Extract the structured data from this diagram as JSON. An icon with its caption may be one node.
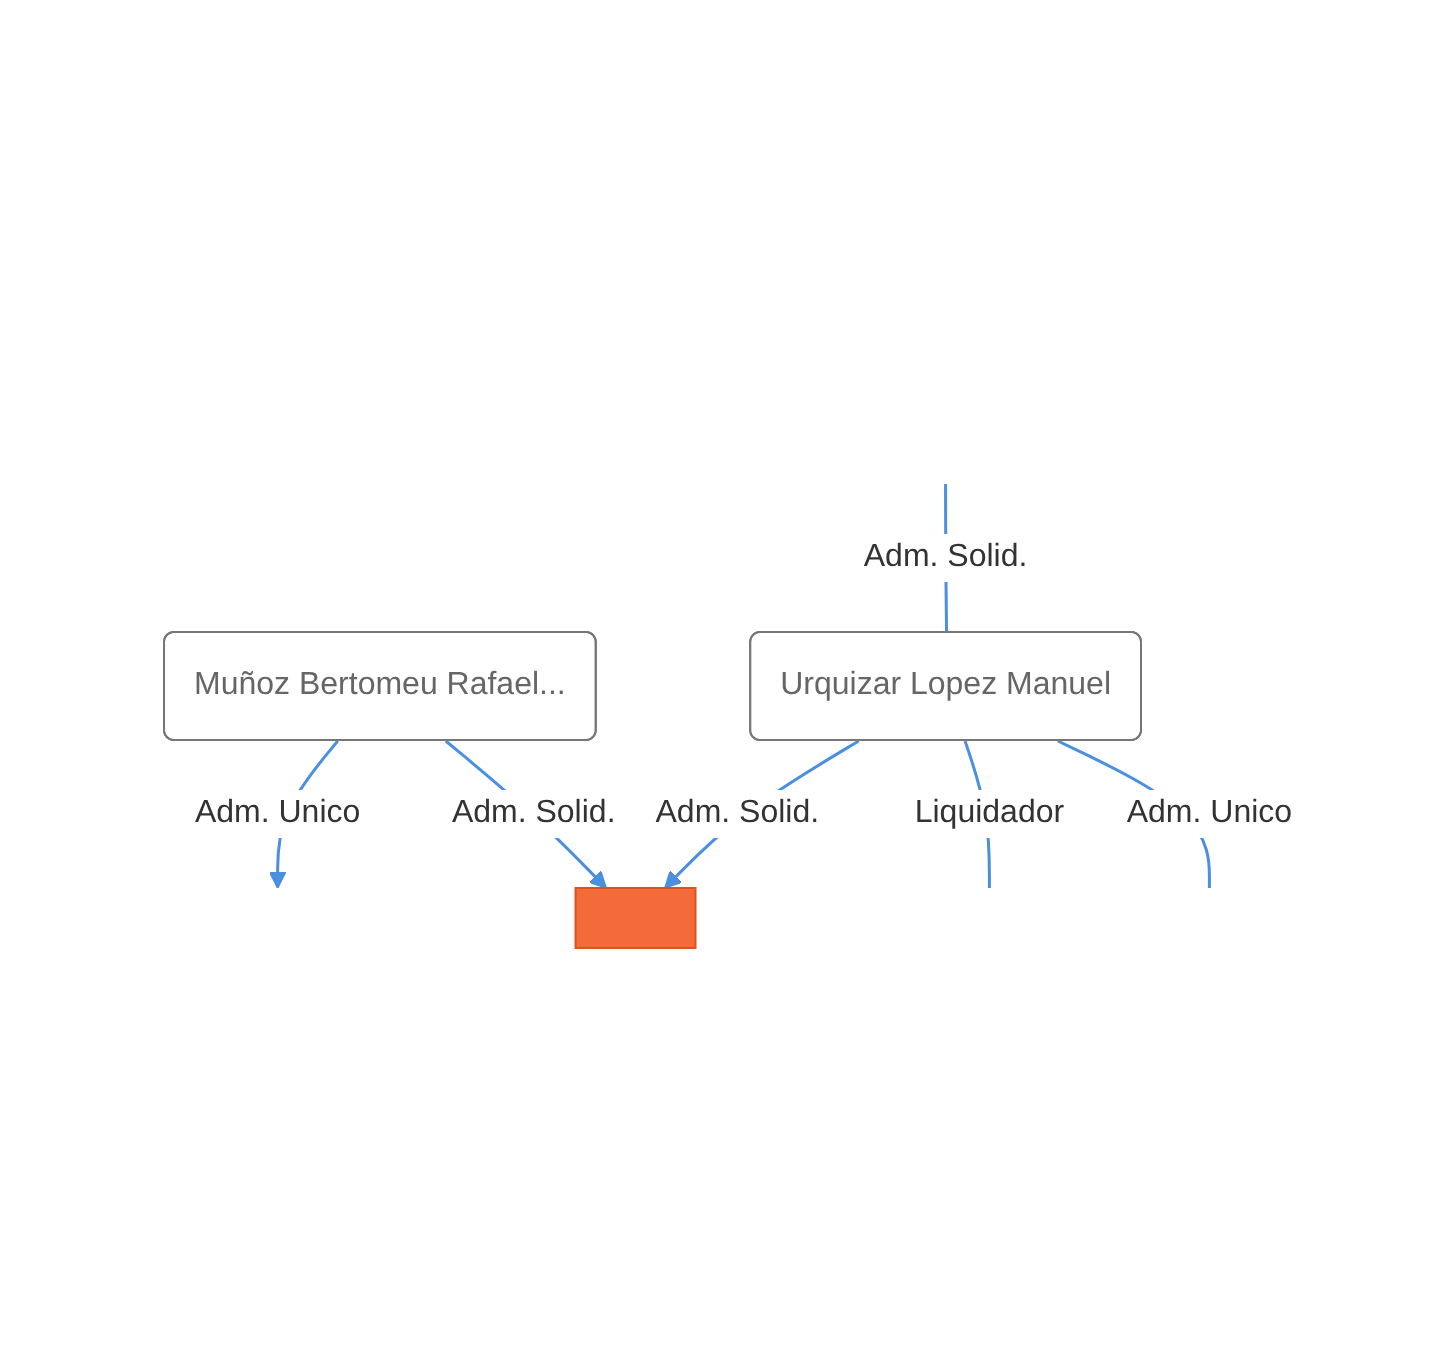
{
  "diagram": {
    "nodes": [
      {
        "text": [
          "Muñoz Bertomeu Rafael..."
        ]
      },
      {
        "text": [
          "Urquizar Lopez Manuel"
        ]
      },
      {
        "text": [],
        "shape": "building"
      }
    ],
    "edges": [
      {
        "from": 1,
        "to": null,
        "label": "Adm. Unico",
        "arrow": "none"
      },
      {
        "from": 0,
        "to": null,
        "label": "Adm. Unico",
        "arrow": "to"
      },
      {
        "from": null,
        "to": 1,
        "label": "Adm. Solid.",
        "arrow": "none"
      },
      {
        "from": 0,
        "to": 2,
        "label": "Adm. Solid.",
        "arrow": "to"
      },
      {
        "from": 1,
        "to": 2,
        "label": "Adm. Solid.",
        "arrow": "to"
      },
      {
        "from": 1,
        "to": null,
        "label": "Liquidador",
        "arrow": "none"
      }
    ]
  }
}
